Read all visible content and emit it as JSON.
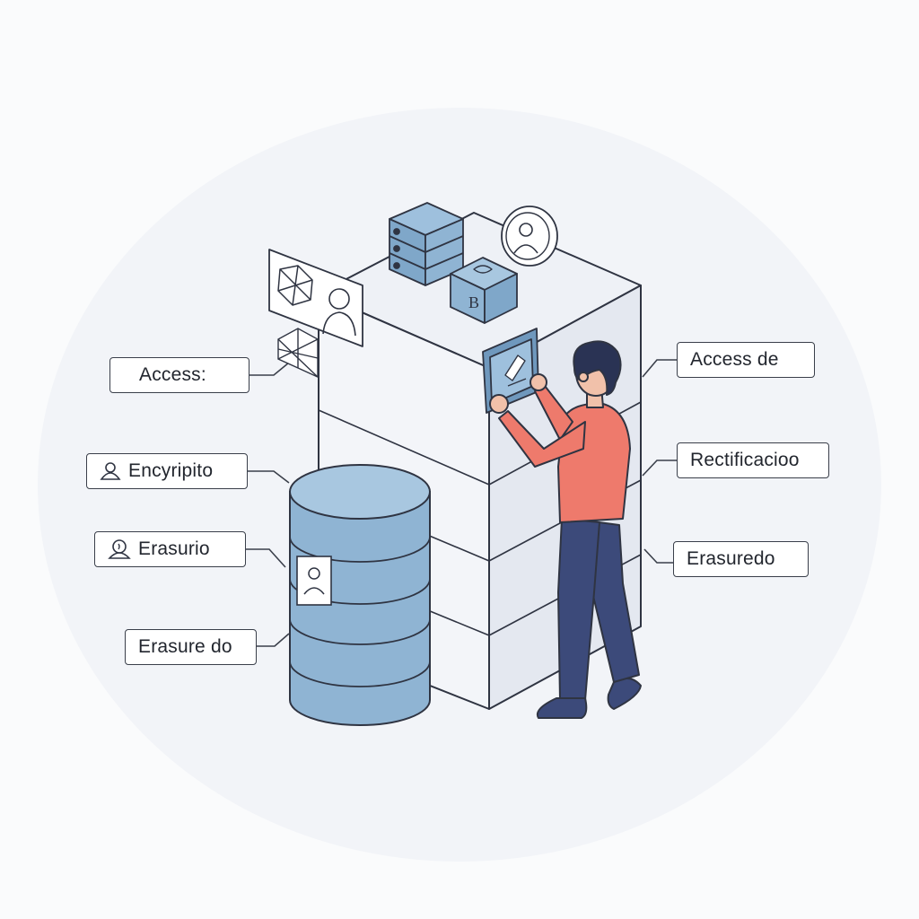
{
  "labels": {
    "left": [
      "Access:",
      "Encyripito",
      "Erasurio",
      "Erasure do"
    ],
    "right": [
      "Access de",
      "Rectificacioo",
      "Erasuredo"
    ]
  },
  "icons": {
    "left": [
      "",
      "user-icon",
      "user-badge-icon",
      ""
    ],
    "right": [
      "",
      "",
      ""
    ]
  },
  "decor": {
    "cube_letter": "B"
  },
  "colors": {
    "outline": "#2f3442",
    "tower_fill": "#f3f5f9",
    "blue": "#8fb4d3",
    "blue_dark": "#6f98bd",
    "shirt": "#ee7a6c",
    "pants": "#3c4a7a",
    "hair": "#2a3354",
    "skin": "#f1c1aa"
  }
}
